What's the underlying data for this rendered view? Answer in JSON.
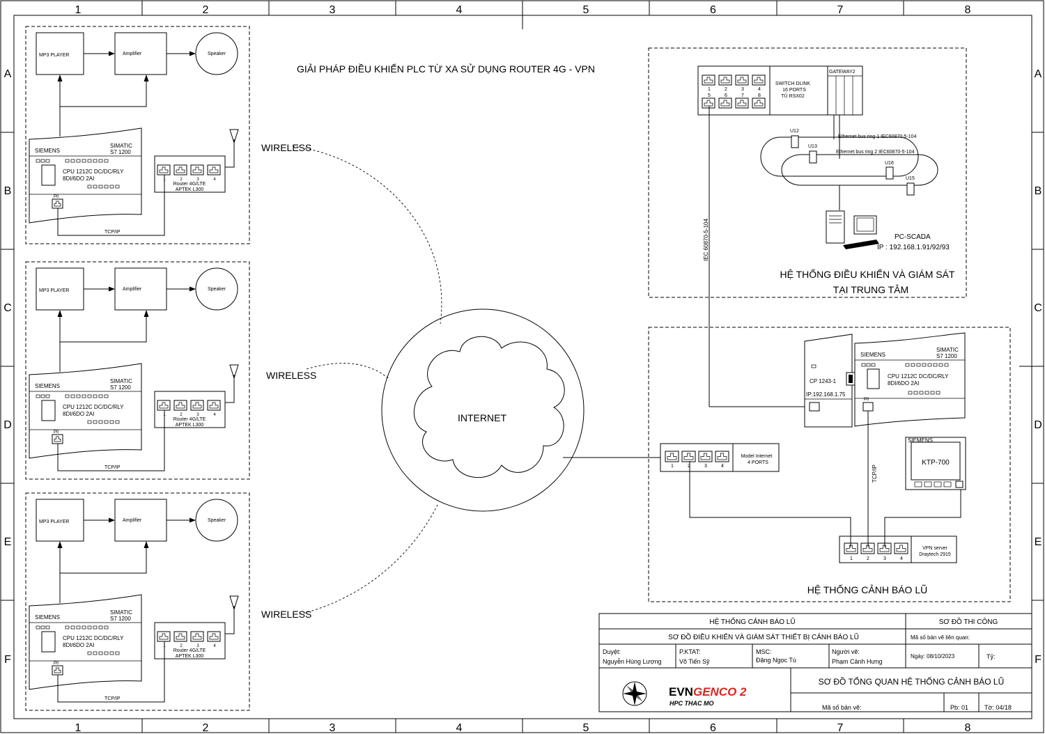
{
  "frame": {
    "columns": [
      "1",
      "2",
      "3",
      "4",
      "5",
      "6",
      "7",
      "8"
    ],
    "rows": [
      "A",
      "B",
      "C",
      "D",
      "E",
      "F"
    ]
  },
  "title": "GIẢI PHÁP ĐIỀU KHIỂN PLC TỪ XA SỬ DỤNG ROUTER 4G - VPN",
  "stations": [
    {
      "mp3": "MP3 PLAYER",
      "amp": "Amplifier",
      "speaker": "Speaker",
      "brand": "SIEMENS",
      "model1": "SIMATIC",
      "model2": "S7  1200",
      "cpu1": "CPU  1212C  DC/DC/RLY",
      "cpu2": "8DI/6DO  2AI",
      "port": "P0",
      "router1": "Router 4G/LTE",
      "router2": "APTEK L300",
      "ports": [
        "1",
        "2",
        "3",
        "4"
      ],
      "tcp": "TCP/IP",
      "wireless": "WIRELESS"
    },
    {
      "mp3": "MP3 PLAYER",
      "amp": "Amplifier",
      "speaker": "Speaker",
      "brand": "SIEMENS",
      "model1": "SIMATIC",
      "model2": "S7  1200",
      "cpu1": "CPU  1212C  DC/DC/RLY",
      "cpu2": "8DI/6DO  2AI",
      "port": "P0",
      "router1": "Router 4G/LTE",
      "router2": "APTEK L300",
      "ports": [
        "1",
        "2",
        "3",
        "4"
      ],
      "tcp": "TCP/IP",
      "wireless": "WIRELESS"
    },
    {
      "mp3": "MP3 PLAYER",
      "amp": "Amplifier",
      "speaker": "Speaker",
      "brand": "SIEMENS",
      "model1": "SIMATIC",
      "model2": "S7  1200",
      "cpu1": "CPU  1212C  DC/DC/RLY",
      "cpu2": "8DI/6DO  2AI",
      "port": "P0",
      "router1": "Router 4G/LTE",
      "router2": "APTEK L300",
      "ports": [
        "1",
        "2",
        "3",
        "4"
      ],
      "tcp": "TCP/IP",
      "wireless": "WIRELESS"
    }
  ],
  "internet": "INTERNET",
  "center": {
    "switch1": "SWITCH DLINK",
    "switch2": "16 PORTS",
    "switch3": "TỦ RSX02",
    "switch_ports": [
      "1",
      "2",
      "3",
      "4",
      "5",
      "6",
      "7",
      "8"
    ],
    "gateway": "GATEWAY2",
    "u12": "U12",
    "u13": "U13",
    "u16": "U16",
    "u15": "U15",
    "ring1": "Ethernet bus ring 1 IEC60870-5-104",
    "ring2": "Ethernet bus ring 2 IEC60870-5-104",
    "iec": "IEC 60870-5-104",
    "pc1": "PC-SCADA",
    "pc2": "IP : 192.168.1.91/92/93",
    "caption1": "HỆ THỐNG ĐIỀU KHIỂN VÀ GIÁM SÁT",
    "caption2": "TẠI TRUNG TÂM"
  },
  "flood": {
    "cp1": "CP  1243-1",
    "cp2": "IP:192.168.1.75",
    "brand": "SIEMENS",
    "model1": "SIMATIC",
    "model2": "S7  1200",
    "cpu1": "CPU  1212C  DC/DC/RLY",
    "cpu2": "8DI/6DO  2AI",
    "port": "P0",
    "hmi_brand": "SIEMENS",
    "hmi": "KTP-700",
    "tcp": "TCP/IP",
    "modem1": "Model Internet",
    "modem2": "4 PORTS",
    "vpn1": "VPN server",
    "vpn2": "Draytech 2915",
    "ports": [
      "1",
      "2",
      "3",
      "4"
    ],
    "caption": "HỆ THỐNG CẢNH BÁO LŨ"
  },
  "titleblock": {
    "project": "HỆ THỐNG CẢNH BÁO LŨ",
    "stage": "SƠ ĐỒ THI CÔNG",
    "drawing": "SƠ ĐỒ ĐIỀU KHIỂN VÀ GIÁM SÁT THIẾT BỊ CẢNH BÁO LŨ",
    "related": "Mã số bản vẽ liên quan:",
    "duyet_label": "Duyệt:",
    "duyet_name": "Nguyễn Hùng Lượng",
    "pktat_label": "P.KTAT:",
    "pktat_name": "Võ Tiến Sỹ",
    "msc_label": "MSC:",
    "msc_name": "Đặng Ngọc Tú",
    "nguoive_label": "Người vẽ:",
    "nguoive_name": "Phạm Cảnh Hưng",
    "date": "Ngày: 08/10/2023",
    "to_label": "Tỷ:",
    "company_a": "EVN",
    "company_b": "GENCO 2",
    "plant": "HPC THAC MO",
    "sheet_title": "SƠ ĐỒ TỔNG QUAN HỆ THỐNG CẢNH BÁO LŨ",
    "code": "Mã số bản vẽ:",
    "pb": "Pb: 01",
    "sheet": "Tờ: 04/18",
    "red": "#d9261c"
  }
}
